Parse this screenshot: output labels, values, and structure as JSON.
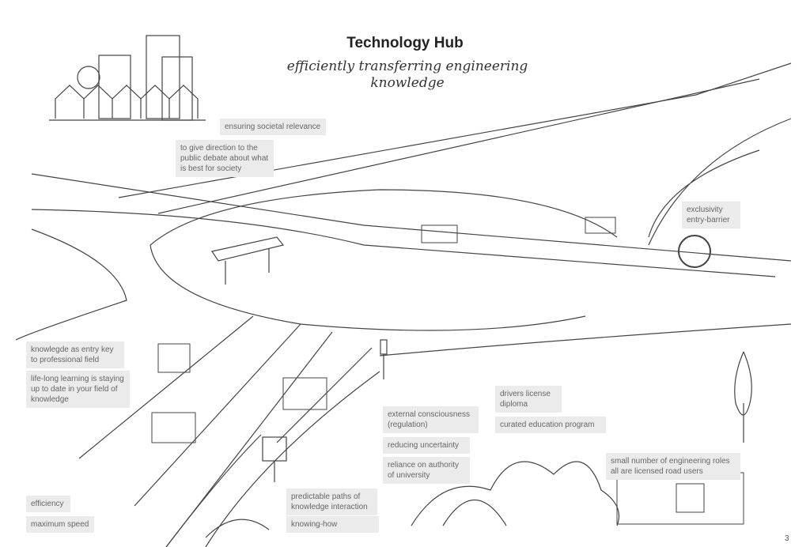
{
  "title": "Technology Hub",
  "subtitle": "efficiently transferring engineering knowledge",
  "labels": {
    "societal": "ensuring societal relevance",
    "direction": "to give direction to the public debate about what is best for society",
    "exclusivity": "exclusivity entry-barrier",
    "entry_key": "knowlegde as entry key to professional field",
    "lifelong": "life-long learning is staying up to date in your field of knowledge",
    "external": "external consciousness (regulation)",
    "uncertainty": "reducing uncertainty",
    "reliance": "reliance on authority of university",
    "license": "drivers license diploma",
    "curated": "curated education program",
    "small_number": "small number of engineering roles all are licensed road users",
    "predictable": "predictable paths of knowledge interaction",
    "knowing": "knowing-how",
    "efficiency": "efficiency",
    "max_speed": "maximum speed"
  },
  "page_number": "3"
}
